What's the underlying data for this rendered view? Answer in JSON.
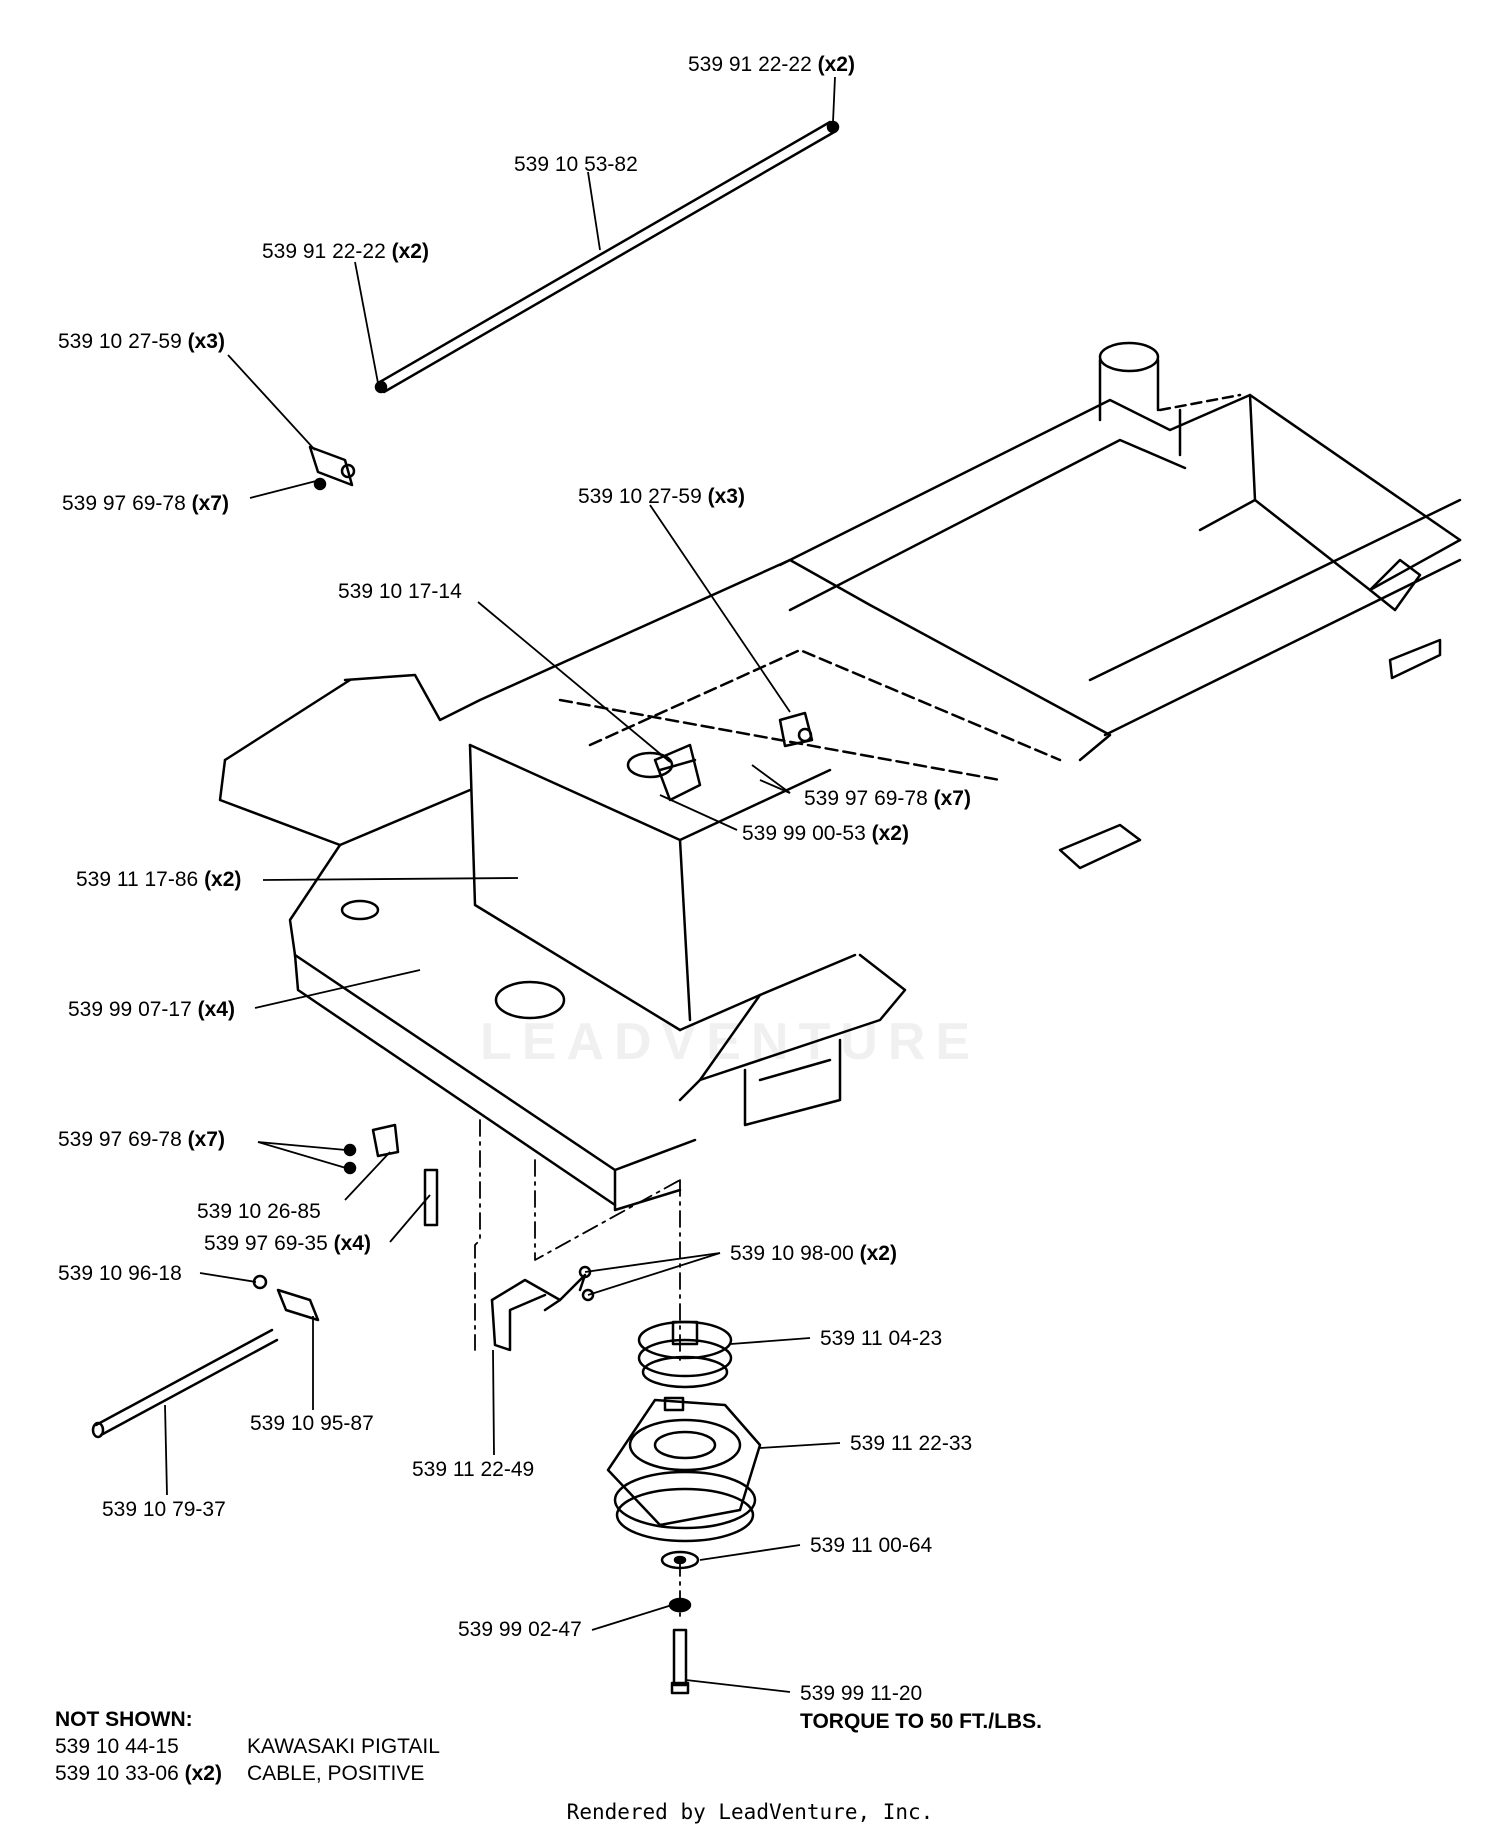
{
  "callouts": [
    {
      "id": "c1",
      "part": "539 91 22-22",
      "qty": "(x2)"
    },
    {
      "id": "c2",
      "part": "539 10 53-82",
      "qty": ""
    },
    {
      "id": "c3",
      "part": "539 91 22-22",
      "qty": "(x2)"
    },
    {
      "id": "c4",
      "part": "539 10 27-59",
      "qty": "(x3)"
    },
    {
      "id": "c5",
      "part": "539 97 69-78",
      "qty": "(x7)"
    },
    {
      "id": "c6",
      "part": "539 10 27-59",
      "qty": "(x3)"
    },
    {
      "id": "c7",
      "part": "539 10 17-14",
      "qty": ""
    },
    {
      "id": "c8",
      "part": "539 97 69-78",
      "qty": "(x7)"
    },
    {
      "id": "c9",
      "part": "539 99 00-53",
      "qty": "(x2)"
    },
    {
      "id": "c10",
      "part": "539 11 17-86",
      "qty": "(x2)"
    },
    {
      "id": "c11",
      "part": "539 99 07-17",
      "qty": "(x4)"
    },
    {
      "id": "c12",
      "part": "539 97 69-78",
      "qty": "(x7)"
    },
    {
      "id": "c13",
      "part": "539 10 26-85",
      "qty": ""
    },
    {
      "id": "c14",
      "part": "539 97 69-35",
      "qty": "(x4)"
    },
    {
      "id": "c15",
      "part": "539 10 96-18",
      "qty": ""
    },
    {
      "id": "c16",
      "part": "539 10 98-00",
      "qty": "(x2)"
    },
    {
      "id": "c17",
      "part": "539 11 04-23",
      "qty": ""
    },
    {
      "id": "c18",
      "part": "539 10 95-87",
      "qty": ""
    },
    {
      "id": "c19",
      "part": "539 11 22-33",
      "qty": ""
    },
    {
      "id": "c20",
      "part": "539 11 22-49",
      "qty": ""
    },
    {
      "id": "c21",
      "part": "539 10 79-37",
      "qty": ""
    },
    {
      "id": "c22",
      "part": "539 11 00-64",
      "qty": ""
    },
    {
      "id": "c23",
      "part": "539 99 02-47",
      "qty": ""
    },
    {
      "id": "c24",
      "part": "539 99 11-20",
      "qty": ""
    }
  ],
  "torque_note": "TORQUE TO 50 FT./LBS.",
  "not_shown": {
    "heading": "NOT SHOWN:",
    "items": [
      {
        "part": "539 10 44-15",
        "qty": "",
        "desc": "KAWASAKI PIGTAIL"
      },
      {
        "part": "539 10 33-06",
        "qty": "(x2)",
        "desc": "CABLE, POSITIVE"
      }
    ]
  },
  "watermark": "LEADVENTURE",
  "footer": "Rendered by LeadVenture, Inc."
}
